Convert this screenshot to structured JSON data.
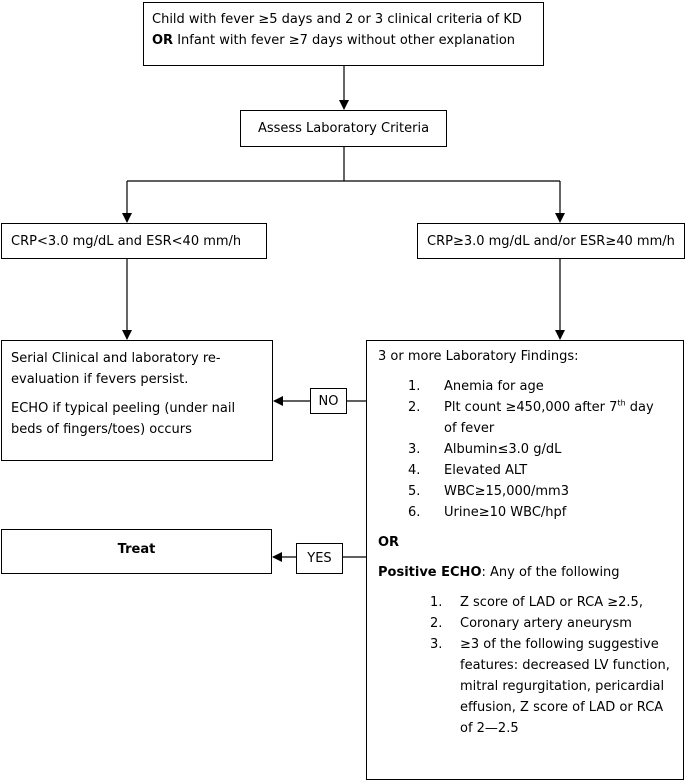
{
  "start": {
    "line1": "Child with fever ≥5 days and 2 or 3 clinical criteria of KD",
    "line2_bold": "OR",
    "line2_rest": " Infant with fever ≥7 days without other explanation"
  },
  "assess": "Assess Laboratory Criteria",
  "low_branch": "CRP<3.0 mg/dL and ESR<40 mm/h",
  "high_branch": "CRP≥3.0 mg/dL and/or ESR≥40 mm/h",
  "serial": {
    "line1": "Serial Clinical and laboratory re-",
    "line2": "evaluation if fevers persist.",
    "line3": "ECHO if typical peeling (under nail",
    "line4": "beds of fingers/toes) occurs"
  },
  "no_label": "NO",
  "yes_label": "YES",
  "treat": "Treat",
  "labs": {
    "heading": "3 or more Laboratory Findings:",
    "items": [
      {
        "num": "1.",
        "text": "Anemia for age"
      },
      {
        "num": "2.",
        "text_a": "Plt count ≥450,000 after 7",
        "sup": "th",
        "text_b": " day",
        "text_c": "of fever"
      },
      {
        "num": "3.",
        "text": "Albumin≤3.0 g/dL"
      },
      {
        "num": "4.",
        "text": "Elevated ALT"
      },
      {
        "num": "5.",
        "text": "WBC≥15,000/mm3"
      },
      {
        "num": "6.",
        "text": "Urine≥10 WBC/hpf"
      }
    ],
    "or_label": "OR",
    "echo_bold": "Positive ECHO",
    "echo_rest": ": Any of the following",
    "echo_items": [
      {
        "num": "1.",
        "lines": [
          "Z score of LAD or RCA ≥2.5,"
        ]
      },
      {
        "num": "2.",
        "lines": [
          "Coronary artery aneurysm"
        ]
      },
      {
        "num": "3.",
        "lines": [
          "≥3 of the following suggestive",
          "features: decreased LV function,",
          "mitral regurgitation, pericardial",
          "effusion, Z score of LAD or RCA",
          "of 2—2.5"
        ]
      }
    ]
  }
}
